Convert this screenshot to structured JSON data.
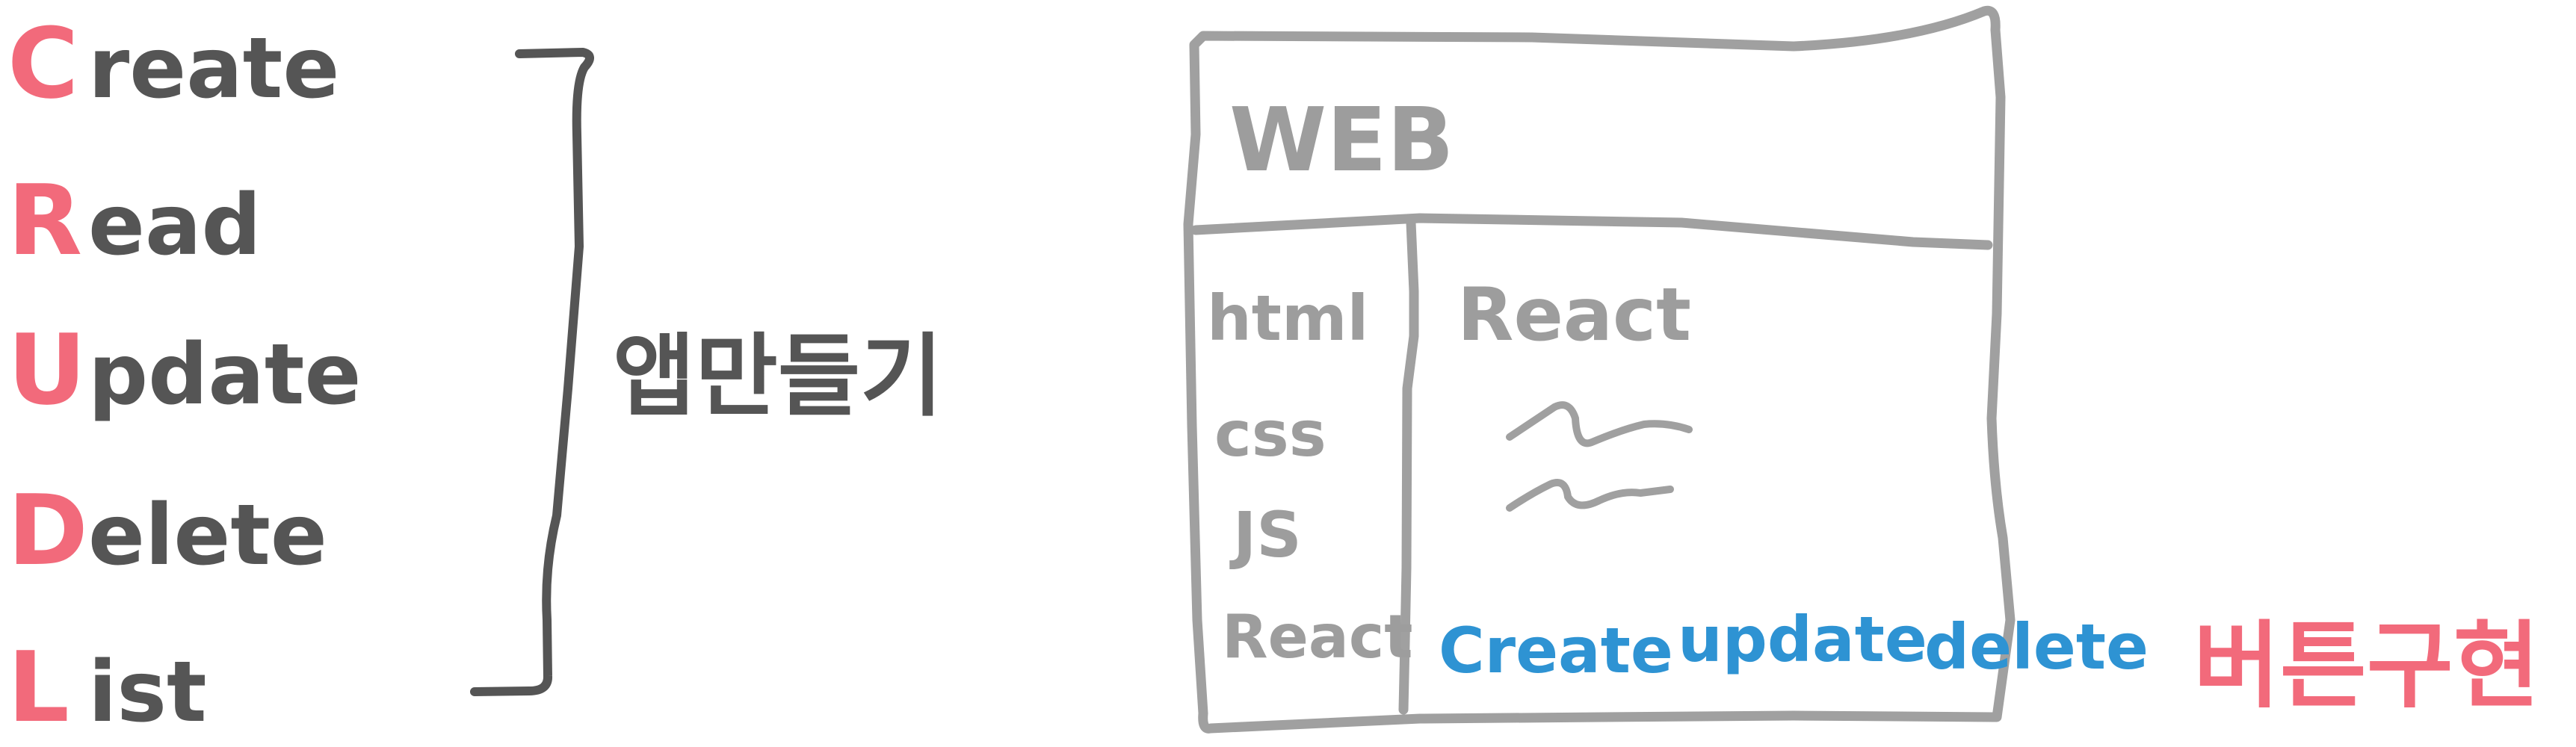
{
  "crud": {
    "items": [
      {
        "initial": "C",
        "rest": "reate"
      },
      {
        "initial": "R",
        "rest": "ead"
      },
      {
        "initial": "U",
        "rest": "pdate"
      },
      {
        "initial": "D",
        "rest": "elete"
      },
      {
        "initial": "L",
        "rest": "ist"
      }
    ],
    "bracket_label": "앱만들기"
  },
  "web": {
    "header": "WEB",
    "sidebar": [
      "html",
      "css",
      "JS",
      "React"
    ],
    "main_title": "React",
    "buttons": [
      "Create",
      "update",
      "delete"
    ],
    "button_note": "버튼구현"
  },
  "colors": {
    "text": "#555555",
    "accent": "#f26a7b",
    "box": "#a0a0a0",
    "buttons": "#2e93d3"
  }
}
